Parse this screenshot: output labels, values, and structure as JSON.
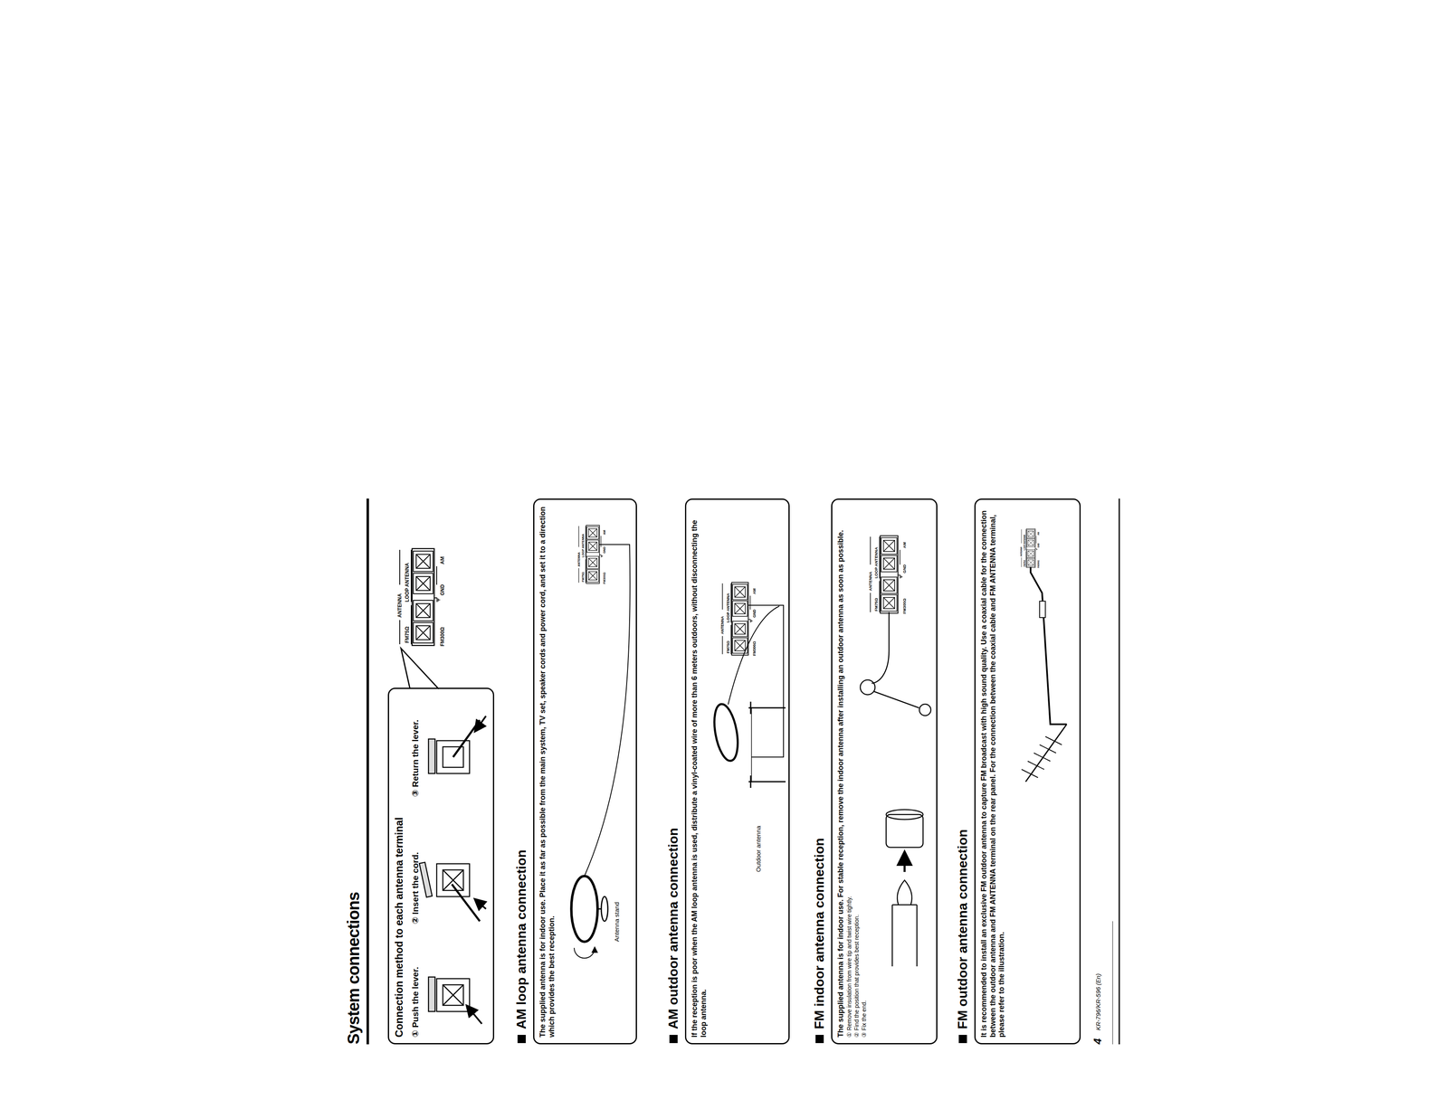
{
  "diagram": {
    "title": "System connections",
    "nodes": [
      {
        "text": [
          "Connection method to each antenna terminal",
          "① Push the lever.",
          "② Insert the cord.",
          "③ Return the lever."
        ]
      },
      {
        "text": [
          "AM loop antenna connection",
          "The supplied antenna is for indoor use. Place it as far as possible from the main system, TV set, speaker cords and power cord, and set it to a direction which provides the best reception."
        ]
      },
      {
        "text": [
          "AM outdoor antenna connection",
          "If the reception is poor when the AM loop antenna is used, distribute a vinyl-coated wire of more than 6 meters outdoors, without disconnecting the loop antenna."
        ]
      },
      {
        "text": [
          "FM indoor antenna connection",
          "The supplied antenna is for indoor use. For stable reception, remove the indoor antenna after installing an outdoor antenna as soon as possible.",
          "① Remove insulation from wire tip and twist wire tightly.",
          "② Find the position that provides best reception.",
          "③ Fix the end."
        ]
      },
      {
        "text": [
          "FM outdoor antenna connection",
          "It is recommended to install an exclusive FM outdoor antenna to capture FM broadcast with high sound quality. Use a coaxial cable for the connection between the outdoor antenna and FM ANTENNA terminal on the rear panel. For the connection between the coaxial cable and FM ANTENNA terminal, please refer to the illustration."
        ]
      }
    ],
    "labels": [
      "ANTENNA",
      "FM75Ω",
      "LOOP ANTENNA",
      "FM300Ω",
      "GND",
      "AM",
      "Antenna stand",
      "ANTENNA",
      "FM75Ω",
      "LOOP ANTENNA",
      "FM300Ω",
      "GND",
      "AM",
      "Outdoor antenna",
      "ANTENNA",
      "FM75Ω",
      "LOOP ANTENNA",
      "FM300Ω",
      "GND",
      "AM",
      "ANTENNA",
      "FM75Ω",
      "LOOP ANTENNA",
      "FM300Ω",
      "GND",
      "AM",
      "ANTENNA",
      "FM75Ω",
      "LOOP ANTENNA",
      "FM300Ω",
      "GND",
      "AM",
      "4",
      "KR-796/KR-596 (En)"
    ]
  }
}
